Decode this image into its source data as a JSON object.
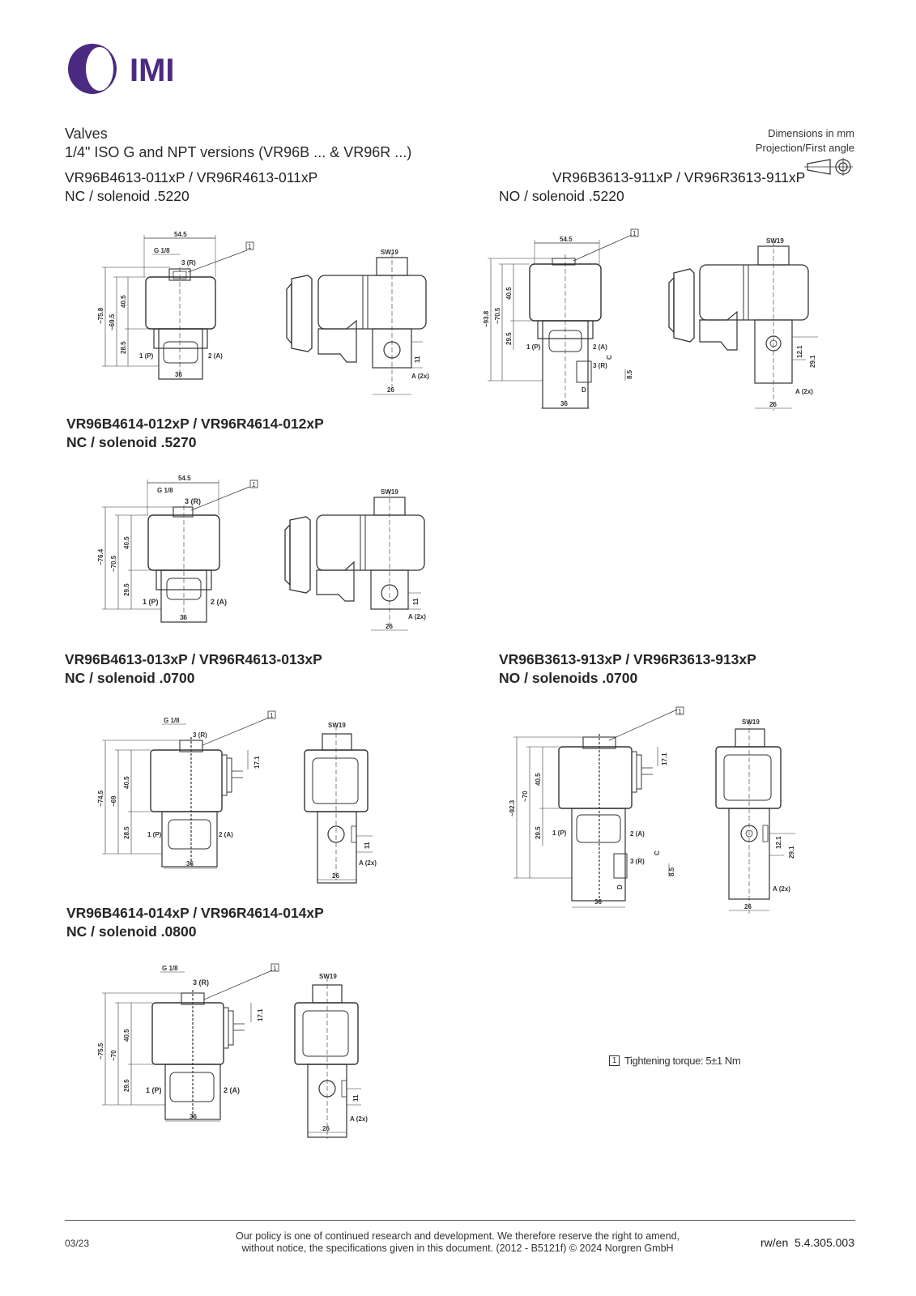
{
  "brand": {
    "logo_text": "IMI",
    "logo_color": "#4b2a82"
  },
  "header": {
    "title": "Valves",
    "subtitle": "1/4\" ISO G and NPT versions (VR96B ... & VR96R ...)",
    "dimensions_note": "Dimensions in mm",
    "projection_note": "Projection/First angle"
  },
  "sections": [
    {
      "model": "VR96B4613-011xP / VR96R4613-011xP",
      "type": "NC / solenoid .5220"
    },
    {
      "model": "VR96B3613-911xP / VR96R3613-911xP",
      "type": "NO / solenoid .5220"
    },
    {
      "model": "VR96B4614-012xP / VR96R4614-012xP",
      "type": "NC / solenoid .5270"
    },
    {
      "model": "VR96B4613-013xP / VR96R4613-013xP",
      "type": "NC / solenoid .0700"
    },
    {
      "model": "VR96B3613-913xP / VR96R3613-913xP",
      "type": "NO / solenoids .0700"
    },
    {
      "model": "VR96B4614-014xP / VR96R4614-014xP",
      "type": "NC / solenoid .0800"
    }
  ],
  "labels": {
    "note_num": "1",
    "g18": "G 1/8",
    "port3": "3 (R)",
    "port1": "1 (P)",
    "port2": "2 (A)",
    "sw19": "SW19",
    "a2x": "A (2x)",
    "c": "C",
    "d": "D"
  },
  "dims": {
    "d1": [
      "54.5",
      "~75.8",
      "~69.5",
      "40.5",
      "28.5",
      "36",
      "26",
      "11"
    ],
    "d2": [
      "54.5",
      "~93.8",
      "~70.5",
      "40.5",
      "29.5",
      "36",
      "26",
      "12.1",
      "29.1",
      "8.5"
    ],
    "d3": [
      "54.5",
      "~76.4",
      "~70.5",
      "40.5",
      "29.5",
      "36",
      "26",
      "11"
    ],
    "d4": [
      "~74.5",
      "~69",
      "40.5",
      "28.5",
      "36",
      "26",
      "11",
      "17.1"
    ],
    "d5": [
      "~92.3",
      "~70",
      "40.5",
      "29.5",
      "36",
      "26",
      "12.1",
      "29.1",
      "8.5",
      "17.1"
    ],
    "d6": [
      "~75.5",
      "~70",
      "40.5",
      "29.5",
      "36",
      "26",
      "11",
      "17.1"
    ]
  },
  "note": {
    "num": "1",
    "text": "Tightening torque: 5±1 Nm"
  },
  "footer": {
    "date": "03/23",
    "policy_1": "Our policy is one of continued research and development. We therefore reserve the right to amend,",
    "policy_2": "without notice, the specifications given in this document. (2012 - B5121f) © 2024 Norgren GmbH",
    "code": "rw/en  5.4.305.003"
  }
}
